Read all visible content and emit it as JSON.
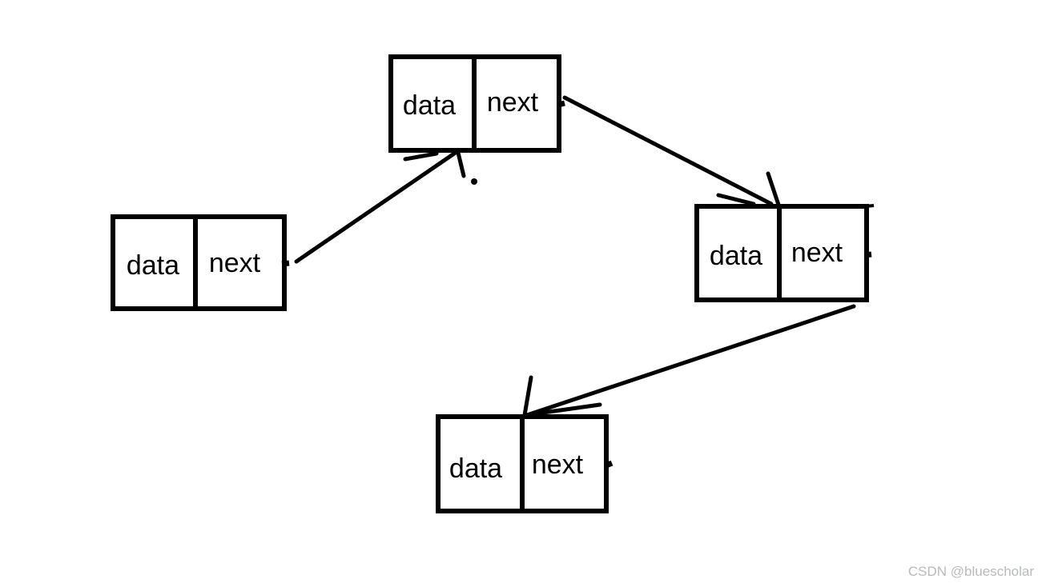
{
  "diagram_type": "singly-linked-list",
  "nodes": [
    {
      "id": "node1",
      "data_label": "data",
      "next_label": "next"
    },
    {
      "id": "node2",
      "data_label": "data",
      "next_label": "next"
    },
    {
      "id": "node3",
      "data_label": "data",
      "next_label": "next"
    },
    {
      "id": "node4",
      "data_label": "data",
      "next_label": "next"
    }
  ],
  "links": [
    {
      "from": "node1",
      "to": "node2"
    },
    {
      "from": "node2",
      "to": "node3"
    },
    {
      "from": "node3",
      "to": "node4"
    }
  ],
  "watermark": {
    "text": "CSDN @bluescholar",
    "color": "#b7babc"
  },
  "colors": {
    "ink": "#000000",
    "background": "#ffffff"
  }
}
